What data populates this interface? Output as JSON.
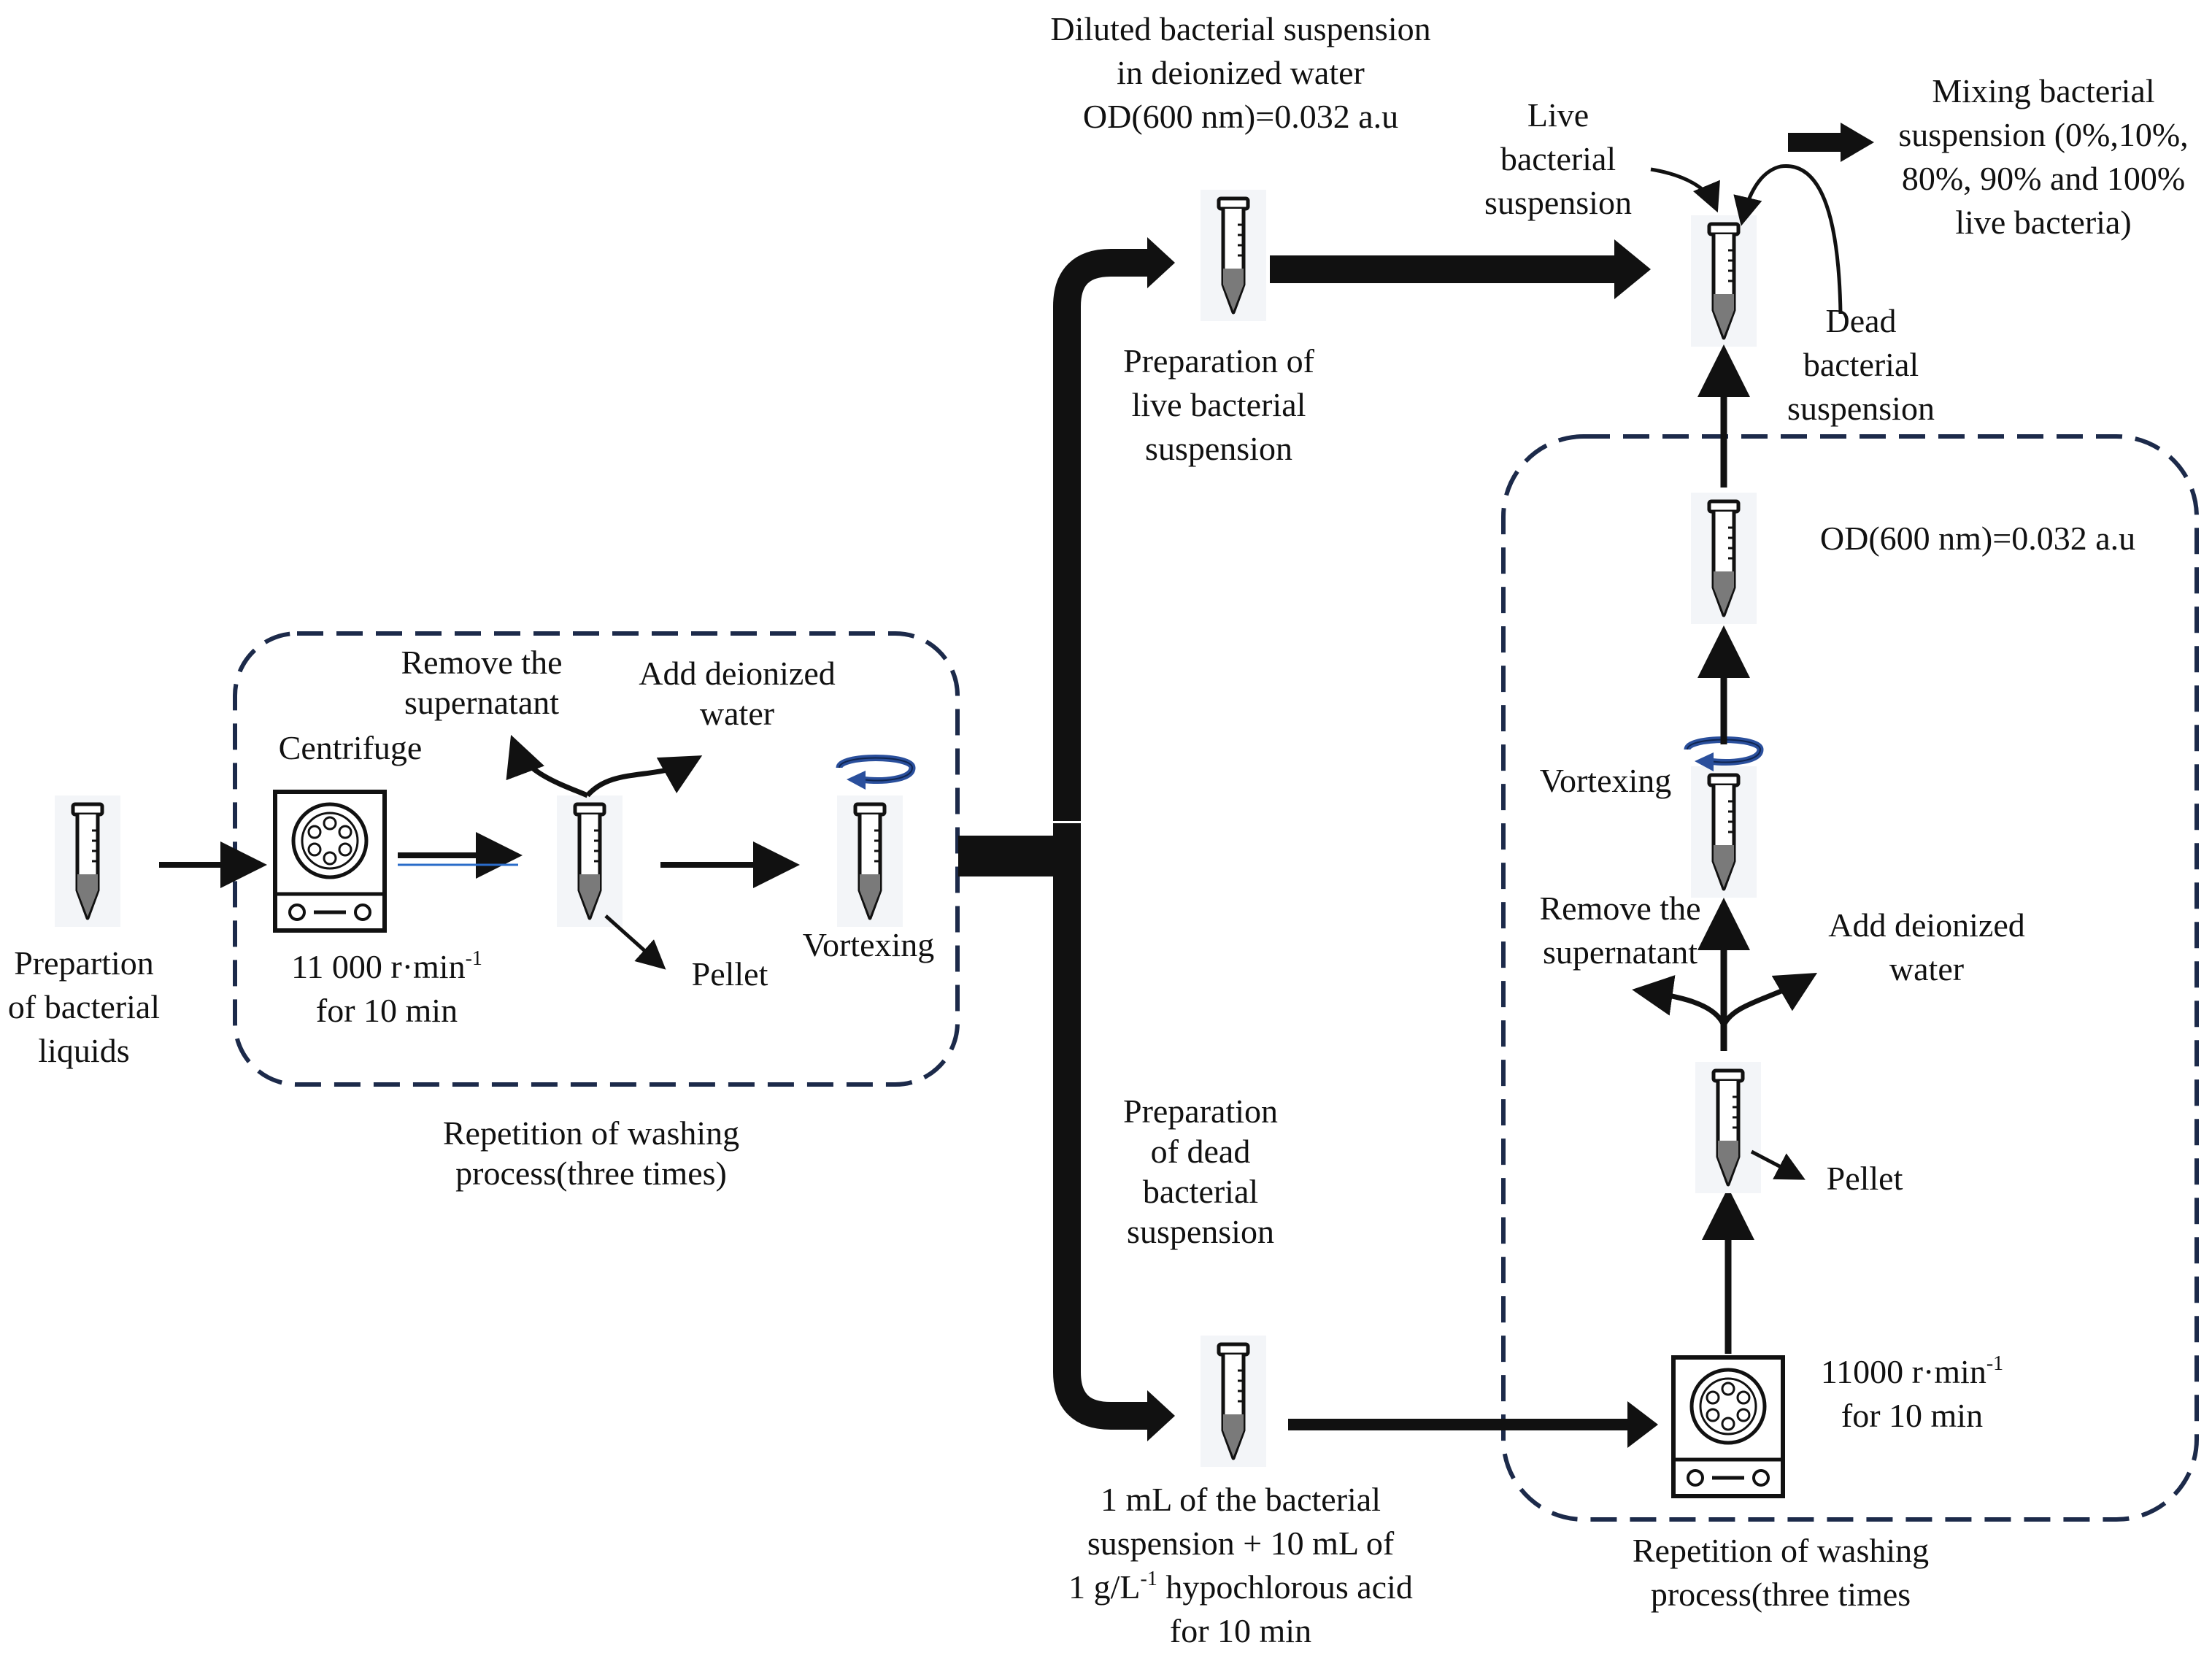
{
  "labels": {
    "prep_liquids": [
      "Prepartion",
      "of bacterial",
      "liquids"
    ],
    "centrifuge": "Centrifuge",
    "speed1_main": "11 000 r·min",
    "speed1_sup": "-1",
    "speed1_time": "for 10 min",
    "remove1": [
      "Remove the",
      "supernatant"
    ],
    "add1": [
      "Add deionized",
      "water"
    ],
    "pellet1": "Pellet",
    "vortex1": "Vortexing",
    "repetition1": [
      "Repetition of washing",
      "process(three times)"
    ],
    "diluted": [
      "Diluted bacterial suspension",
      "in deionized water",
      "OD(600 nm)=0.032 a.u"
    ],
    "prep_live": [
      "Preparation of",
      "live bacterial",
      "suspension"
    ],
    "live_susp": [
      "Live",
      "bacterial",
      "suspension"
    ],
    "dead_susp": [
      "Dead",
      "bacterial",
      "suspension"
    ],
    "mixing": [
      "Mixing bacterial",
      "suspension (0%,10%,",
      "80%, 90% and 100%",
      "live bacteria)"
    ],
    "od_right": "OD(600 nm)=0.032 a.u",
    "vortex2": "Vortexing",
    "remove2": [
      "Remove the",
      "supernatant"
    ],
    "add2": [
      "Add deionized",
      "water"
    ],
    "pellet2": "Pellet",
    "speed2_main": "11000 r·min",
    "speed2_sup": "-1",
    "speed2_time": "for 10 min",
    "prep_dead": [
      "Preparation",
      "of dead",
      "bacterial",
      "suspension"
    ],
    "hypo_1": "1 mL of the bacterial",
    "hypo_2": "suspension + 10 mL of",
    "hypo_3_main": "1 g/L",
    "hypo_3_sup": "-1",
    "hypo_3_rest": " hypochlorous acid",
    "hypo_4": "for 10 min",
    "repetition2": [
      "Repetition of washing",
      "process(three times"
    ]
  },
  "colors": {
    "ink": "#111111",
    "dashed_border": "#1c2a4a",
    "tube_liquid": "#7a7a7a",
    "vortex_blue": "#2a4f9c",
    "icon_background": "#f3f5f8"
  },
  "icons": {
    "tube": "centrifuge-tube-icon",
    "centrifuge": "centrifuge-machine-icon",
    "vortex": "vortex-rotation-icon"
  }
}
